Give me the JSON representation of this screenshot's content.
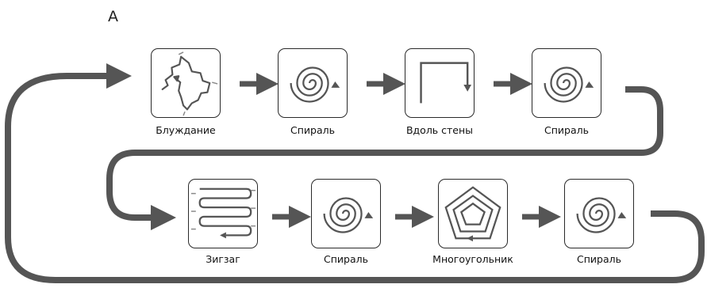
{
  "panel_label": "A",
  "steps": [
    {
      "label": "Блуждание",
      "icon": "random-walk-icon"
    },
    {
      "label": "Спираль",
      "icon": "spiral-icon"
    },
    {
      "label": "Вдоль стены",
      "icon": "wall-follow-icon"
    },
    {
      "label": "Спираль",
      "icon": "spiral-icon"
    },
    {
      "label": "Зигзаг",
      "icon": "zigzag-icon"
    },
    {
      "label": "Спираль",
      "icon": "spiral-icon"
    },
    {
      "label": "Многоугольник",
      "icon": "polygon-icon"
    },
    {
      "label": "Спираль",
      "icon": "spiral-icon"
    }
  ],
  "colors": {
    "arrow": "#555555",
    "icon_stroke": "#555555",
    "box_border": "#2a2a2a"
  }
}
